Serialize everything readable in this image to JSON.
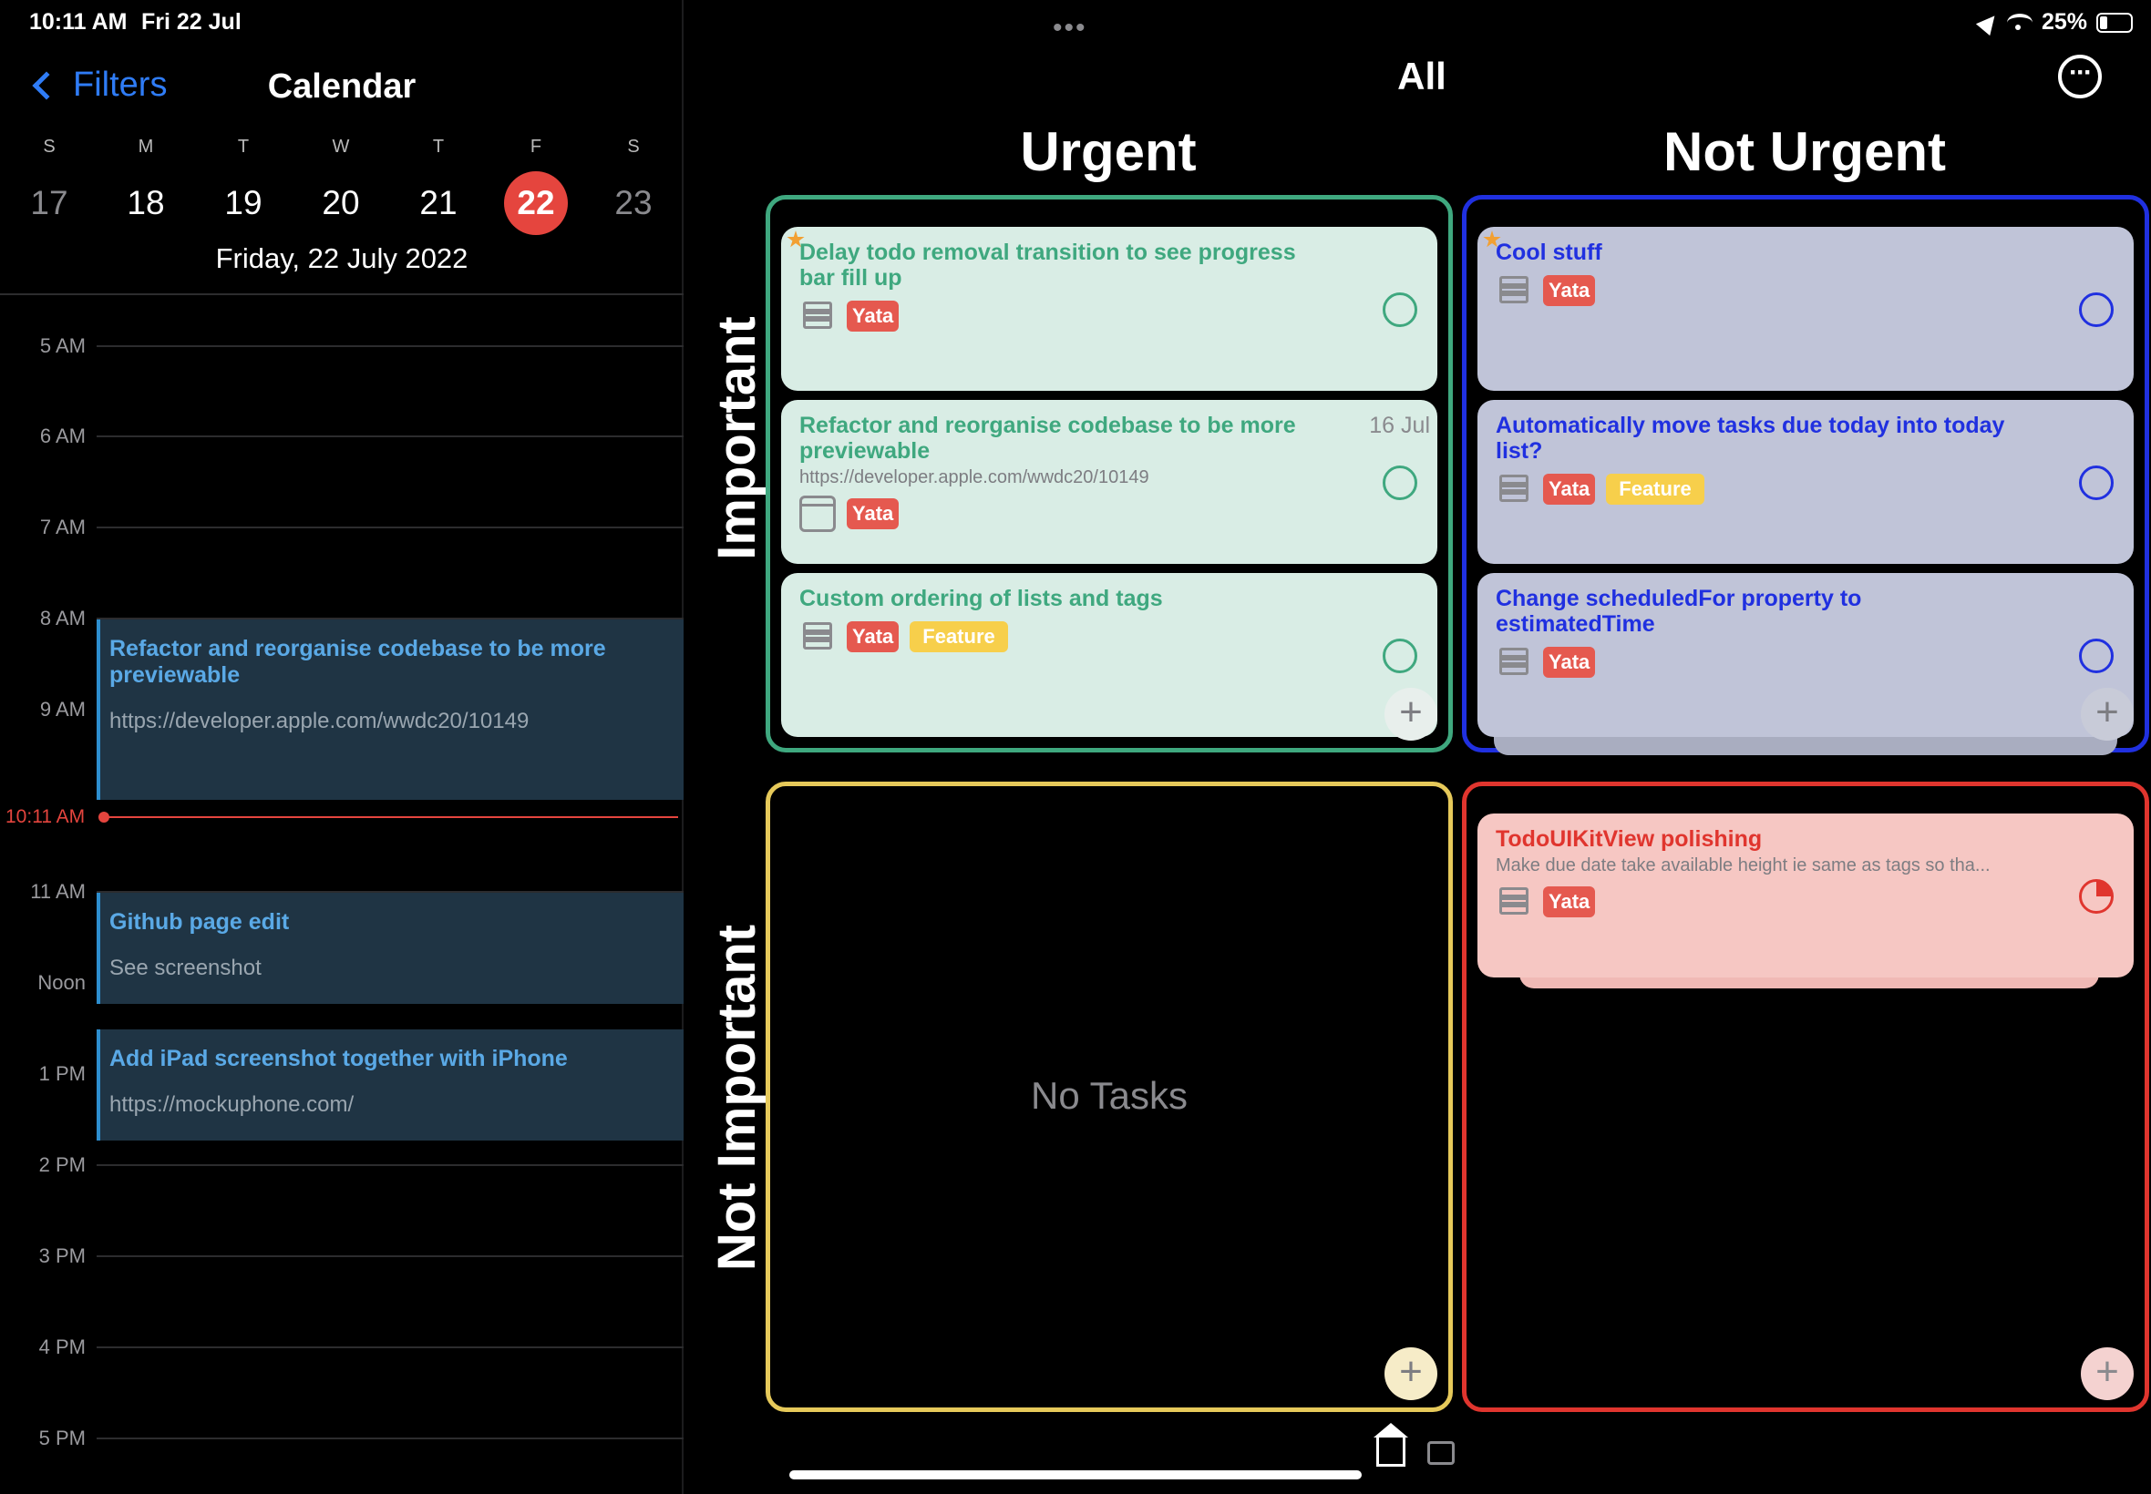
{
  "status": {
    "time": "10:11 AM",
    "date": "Fri 22 Jul",
    "battery": "25%"
  },
  "calendar": {
    "back_label": "Filters",
    "title": "Calendar",
    "days": [
      {
        "letter": "S",
        "num": "17"
      },
      {
        "letter": "M",
        "num": "18"
      },
      {
        "letter": "T",
        "num": "19"
      },
      {
        "letter": "W",
        "num": "20"
      },
      {
        "letter": "T",
        "num": "21"
      },
      {
        "letter": "F",
        "num": "22"
      },
      {
        "letter": "S",
        "num": "23"
      }
    ],
    "full_date": "Friday, 22 July 2022",
    "hours": [
      "5 AM",
      "6 AM",
      "7 AM",
      "8 AM",
      "9 AM",
      "11 AM",
      "Noon",
      "1 PM",
      "2 PM",
      "3 PM",
      "4 PM",
      "5 PM"
    ],
    "now_label": "10:11 AM",
    "events": [
      {
        "title": "Refactor and reorganise codebase to be more previewable",
        "note": "https://developer.apple.com/wwdc20/10149"
      },
      {
        "title": "Github page edit",
        "note": "See screenshot"
      },
      {
        "title": "Add iPad screenshot together with iPhone",
        "note": "https://mockuphone.com/"
      }
    ]
  },
  "matrix": {
    "title": "All",
    "col_urgent": "Urgent",
    "col_not_urgent": "Not Urgent",
    "row_important": "Important",
    "row_not_important": "Not Important",
    "urgent_important": [
      {
        "title": "Delay todo removal transition to see progress bar fill up",
        "tags": [
          "Yata"
        ]
      },
      {
        "title": "Refactor and reorganise codebase to be more previewable",
        "url": "https://developer.apple.com/wwdc20/10149",
        "date": "16 Jul",
        "tags": [
          "Yata"
        ]
      },
      {
        "title": "Custom ordering of lists and tags",
        "tags": [
          "Yata",
          "Feature"
        ]
      }
    ],
    "not_urgent_important": [
      {
        "title": "Cool stuff",
        "tags": [
          "Yata"
        ]
      },
      {
        "title": "Automatically move tasks due today into today list?",
        "tags": [
          "Yata",
          "Feature"
        ]
      },
      {
        "title": "Change scheduledFor property to estimatedTime",
        "tags": [
          "Yata"
        ]
      }
    ],
    "urgent_not_important_empty": "No Tasks",
    "not_urgent_not_important": [
      {
        "title": "TodoUIKitView polishing",
        "subtitle": "Make due date take available height ie same as tags so tha...",
        "tags": [
          "Yata"
        ]
      }
    ],
    "colors": {
      "green": "#3fa87f",
      "blue": "#2030e0",
      "yellow": "#e6c95a",
      "red": "#e0352e"
    }
  }
}
